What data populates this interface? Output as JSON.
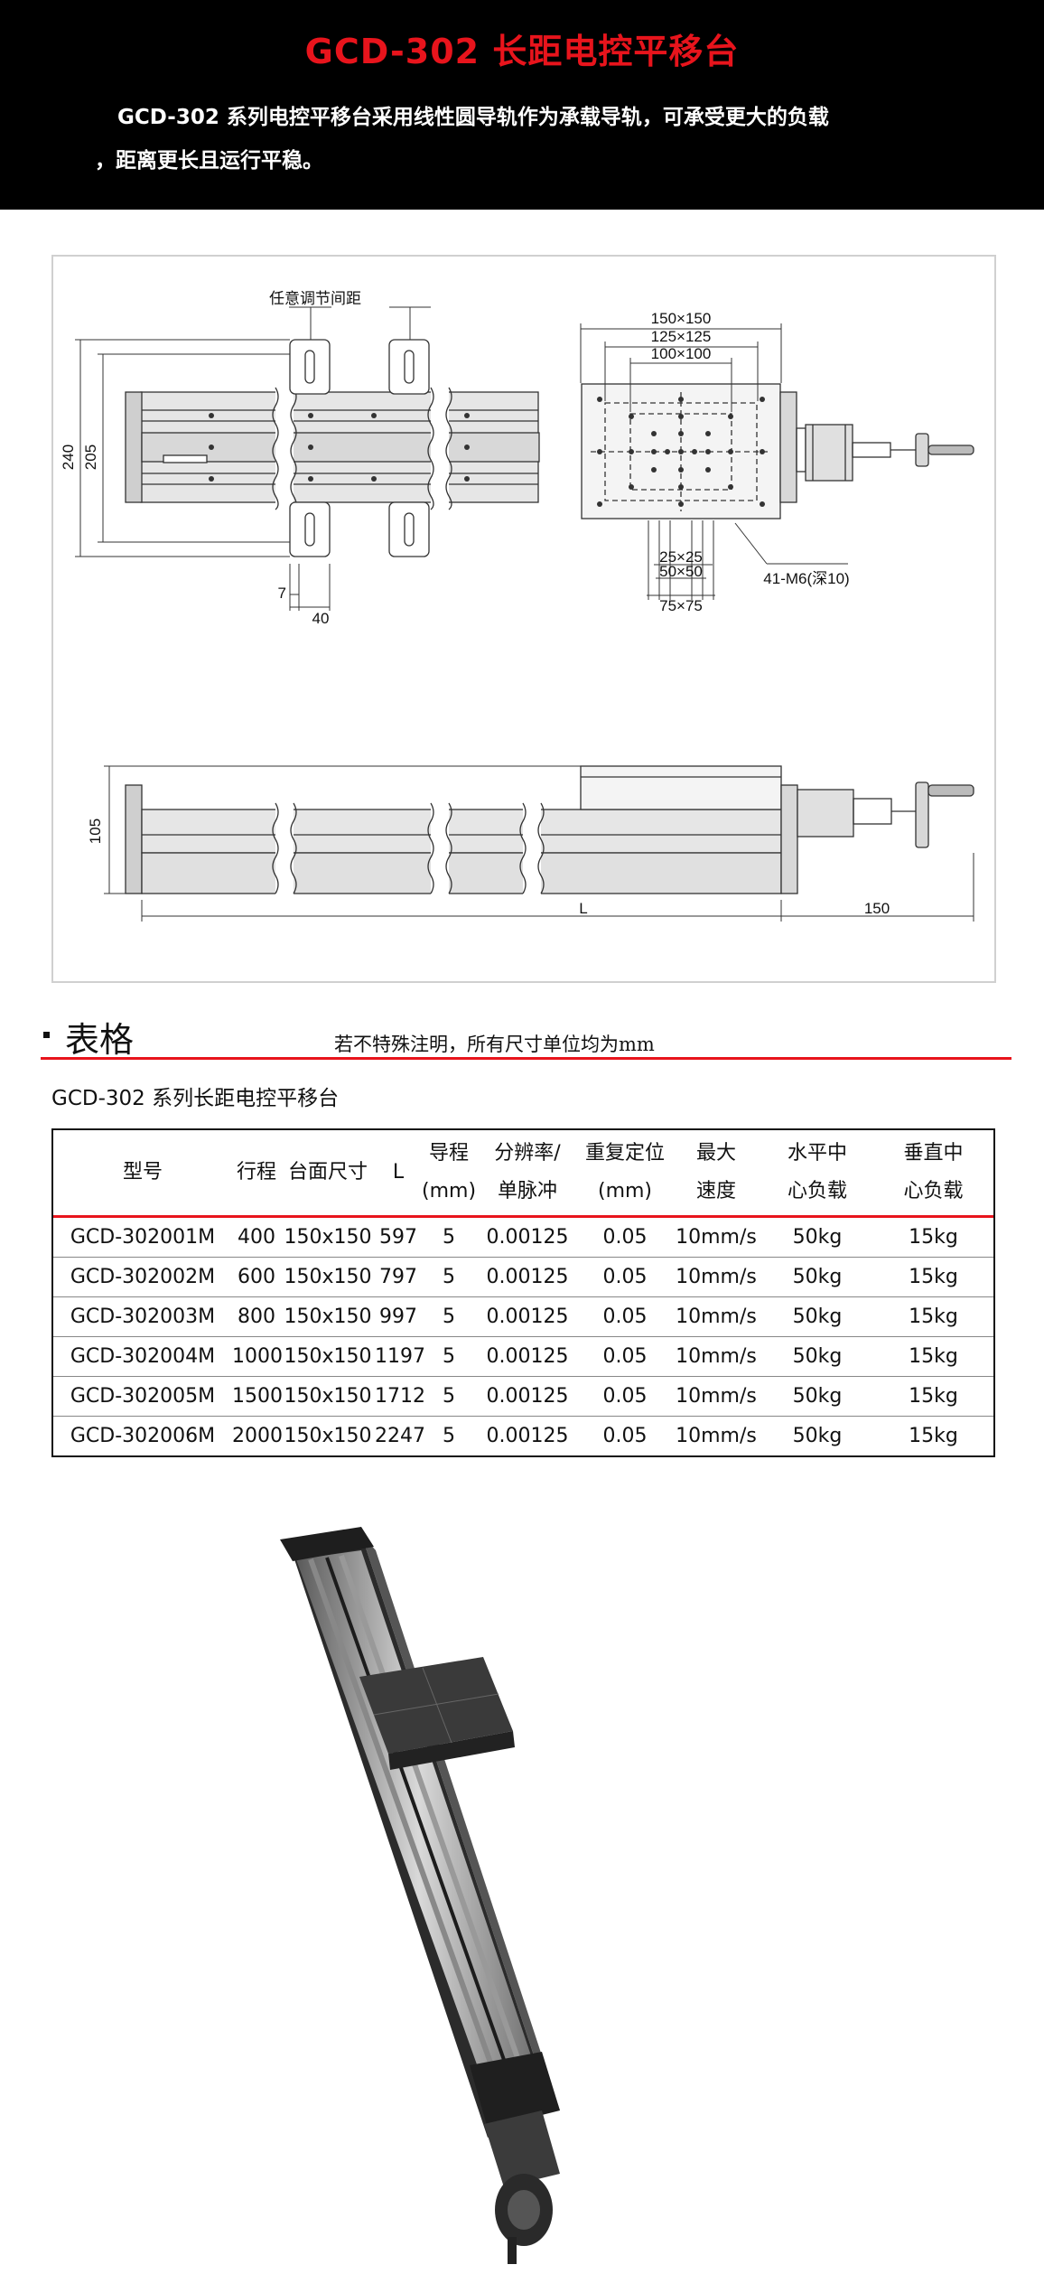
{
  "header": {
    "title": "GCD-302 长距电控平移台",
    "desc_line1": "GCD-302 系列电控平移台采用线性圆导轨作为承载导轨，可承受更大的负载",
    "desc_line2": "，距离更长且运行平稳。"
  },
  "drawing": {
    "dim_adjust": "任意调节间距",
    "dim_150": "150×150",
    "dim_125": "125×125",
    "dim_100": "100×100",
    "dim_240": "240",
    "dim_205": "205",
    "dim_25": "25×25",
    "dim_50": "50×50",
    "dim_75": "75×75",
    "dim_holes": "41-M6(深10)",
    "dim_7": "7",
    "dim_40": "40",
    "dim_105": "105",
    "dim_L": "L",
    "dim_150b": "150"
  },
  "section": {
    "label": "表格",
    "note": "若不特殊注明，所有尺寸单位均为mm",
    "subtitle": "GCD-302 系列长距电控平移台"
  },
  "table": {
    "headers": [
      [
        "型号"
      ],
      [
        "行程"
      ],
      [
        "台面尺寸"
      ],
      [
        "L"
      ],
      [
        "导程",
        "(mm)"
      ],
      [
        "分辨率/",
        "单脉冲"
      ],
      [
        "重复定位",
        "(mm)"
      ],
      [
        "最大",
        "速度"
      ],
      [
        "水平中",
        "心负载"
      ],
      [
        "垂直中",
        "心负载"
      ]
    ],
    "rows": [
      [
        "GCD-302001M",
        "400",
        "150x150",
        "597",
        "5",
        "0.00125",
        "0.05",
        "10mm/s",
        "50kg",
        "15kg"
      ],
      [
        "GCD-302002M",
        "600",
        "150x150",
        "797",
        "5",
        "0.00125",
        "0.05",
        "10mm/s",
        "50kg",
        "15kg"
      ],
      [
        "GCD-302003M",
        "800",
        "150x150",
        "997",
        "5",
        "0.00125",
        "0.05",
        "10mm/s",
        "50kg",
        "15kg"
      ],
      [
        "GCD-302004M",
        "1000",
        "150x150",
        "1197",
        "5",
        "0.00125",
        "0.05",
        "10mm/s",
        "50kg",
        "15kg"
      ],
      [
        "GCD-302005M",
        "1500",
        "150x150",
        "1712",
        "5",
        "0.00125",
        "0.05",
        "10mm/s",
        "50kg",
        "15kg"
      ],
      [
        "GCD-302006M",
        "2000",
        "150x150",
        "2247",
        "5",
        "0.00125",
        "0.05",
        "10mm/s",
        "50kg",
        "15kg"
      ]
    ]
  },
  "colors": {
    "accent": "#e8141c",
    "header_bg": "#000000"
  }
}
